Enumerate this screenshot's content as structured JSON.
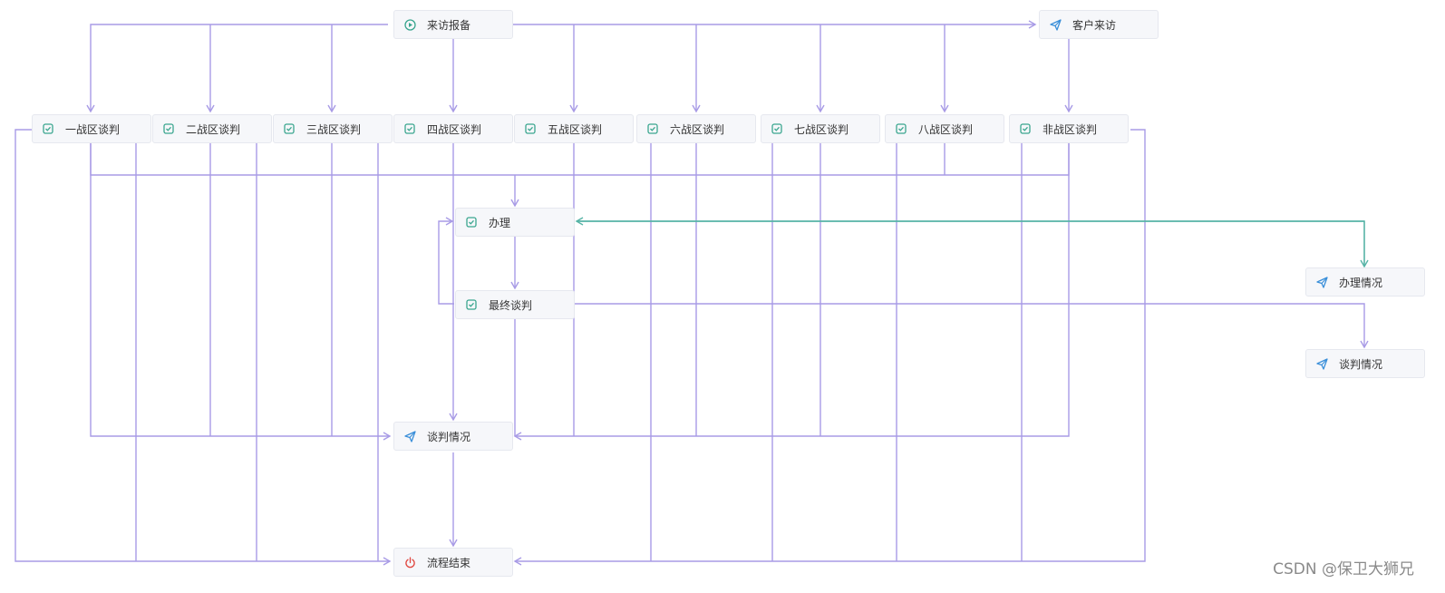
{
  "colors": {
    "edge": "#a89be6",
    "edge_highlight": "#56b3a6",
    "node_bg": "#f6f7fa",
    "node_border": "#e6e8ef",
    "task_icon": "#3aa68f",
    "start_icon": "#3aa68f",
    "send_icon": "#3a8fd9",
    "end_icon": "#e0463f"
  },
  "nodes": {
    "start": {
      "label": "来访报备",
      "icon": "play-circle-icon"
    },
    "customer_visit": {
      "label": "客户来访",
      "icon": "send-icon"
    },
    "zone_1": {
      "label": "一战区谈判",
      "icon": "task-check-icon"
    },
    "zone_2": {
      "label": "二战区谈判",
      "icon": "task-check-icon"
    },
    "zone_3": {
      "label": "三战区谈判",
      "icon": "task-check-icon"
    },
    "zone_4": {
      "label": "四战区谈判",
      "icon": "task-check-icon"
    },
    "zone_5": {
      "label": "五战区谈判",
      "icon": "task-check-icon"
    },
    "zone_6": {
      "label": "六战区谈判",
      "icon": "task-check-icon"
    },
    "zone_7": {
      "label": "七战区谈判",
      "icon": "task-check-icon"
    },
    "zone_8": {
      "label": "八战区谈判",
      "icon": "task-check-icon"
    },
    "zone_non": {
      "label": "非战区谈判",
      "icon": "task-check-icon"
    },
    "handle": {
      "label": "办理",
      "icon": "task-check-icon"
    },
    "final": {
      "label": "最终谈判",
      "icon": "task-check-icon"
    },
    "handle_status": {
      "label": "办理情况",
      "icon": "send-icon"
    },
    "negotiation_status_right": {
      "label": "谈判情况",
      "icon": "send-icon"
    },
    "negotiation_status": {
      "label": "谈判情况",
      "icon": "send-icon"
    },
    "end": {
      "label": "流程结束",
      "icon": "power-icon"
    }
  },
  "watermark": "CSDN @保卫大狮兄"
}
